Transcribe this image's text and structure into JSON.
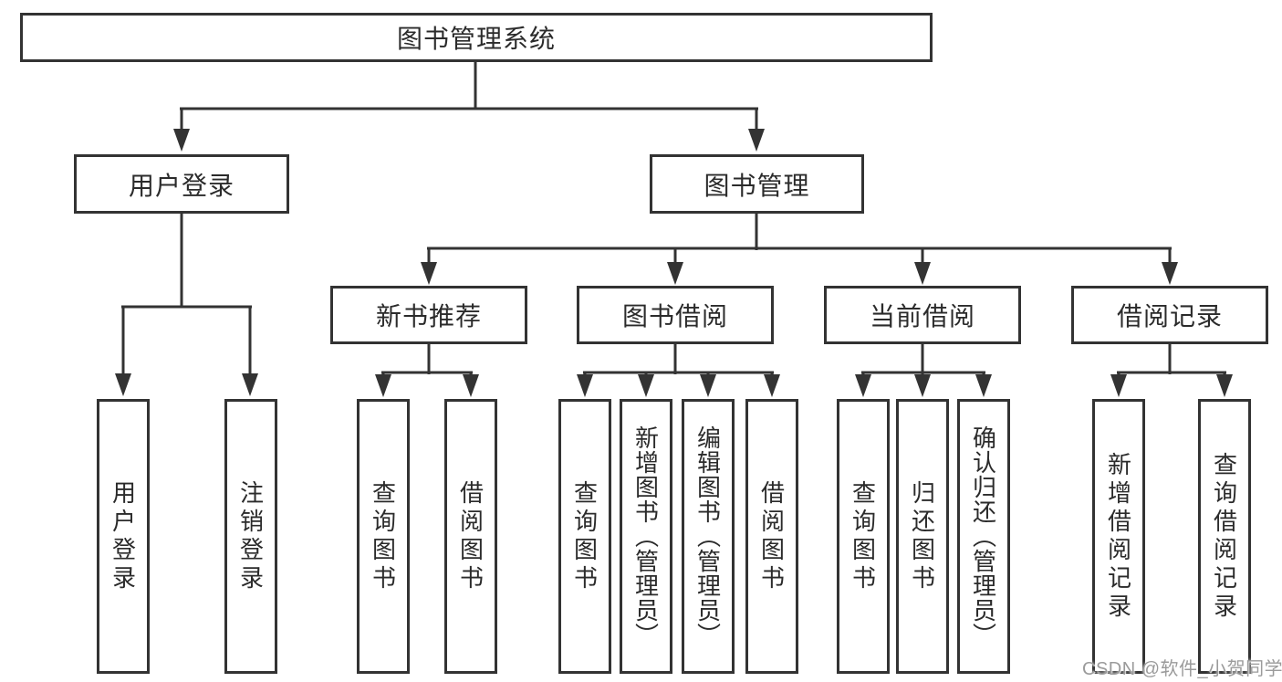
{
  "tree": {
    "label": "图书管理系统",
    "children": [
      {
        "label": "用户登录",
        "children": [
          {
            "label": "用户登录"
          },
          {
            "label": "注销登录"
          }
        ]
      },
      {
        "label": "图书管理",
        "children": [
          {
            "label": "新书推荐",
            "children": [
              {
                "label": "查询图书"
              },
              {
                "label": "借阅图书"
              }
            ]
          },
          {
            "label": "图书借阅",
            "children": [
              {
                "label": "查询图书"
              },
              {
                "label": "新增图书（管理员）"
              },
              {
                "label": "编辑图书（管理员）"
              },
              {
                "label": "借阅图书"
              }
            ]
          },
          {
            "label": "当前借阅",
            "children": [
              {
                "label": "查询图书"
              },
              {
                "label": "归还图书"
              },
              {
                "label": "确认归还（管理员）"
              }
            ]
          },
          {
            "label": "借阅记录",
            "children": [
              {
                "label": "新增借阅记录"
              },
              {
                "label": "查询借阅记录"
              }
            ]
          }
        ]
      }
    ]
  },
  "watermark": {
    "text": "CSDN @软件_小贺同学",
    "color": "#9b9b9b"
  },
  "colors": {
    "line": "#333333",
    "box_border": "#333333",
    "text": "#2b2b2b",
    "background": "#ffffff"
  }
}
